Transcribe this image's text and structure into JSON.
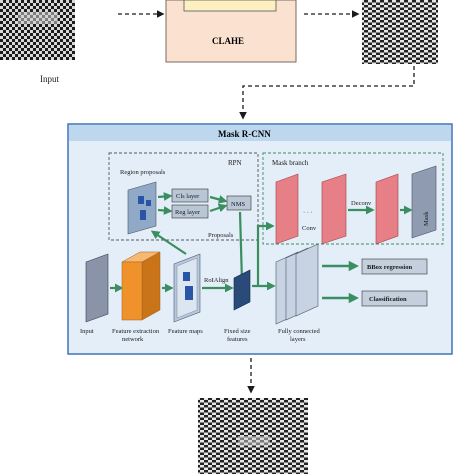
{
  "top": {
    "clahe_label": "CLAHE",
    "input_label": "Input"
  },
  "panel": {
    "title": "Mask R-CNN",
    "rpn_label": "RPN",
    "mask_branch_label": "Mask branch",
    "region_proposals": "Region proposals",
    "cls_layer": "Cls layer",
    "reg_layer": "Reg layer",
    "nms": "NMS",
    "proposals": "Proposals",
    "roialign": "RoIAlign",
    "conv": "Conv",
    "deconv": "Deconv",
    "mask": "Mask",
    "dots": "· · ·",
    "bbox_regression": "BBox regression",
    "classification": "Classification",
    "captions": {
      "input": "Input",
      "feature_extraction_1": "Feature extraction",
      "feature_extraction_2": "network",
      "feature_maps": "Feature maps",
      "fixed_size_1": "Fixed size",
      "fixed_size_2": "features",
      "fully_connected_1": "Fully connected",
      "fully_connected_2": "layers"
    }
  },
  "colors": {
    "panel_border": "#3f73b8",
    "panel_header": "#bcd7ee",
    "panel_bg": "#e3eef8",
    "clahe_fill": "#fbe2d0",
    "mask_layer": "#e77f86",
    "feature_orange": "#f0922b",
    "arrow_green": "#3b8e5f",
    "dark_box": "#2a4a7a"
  }
}
